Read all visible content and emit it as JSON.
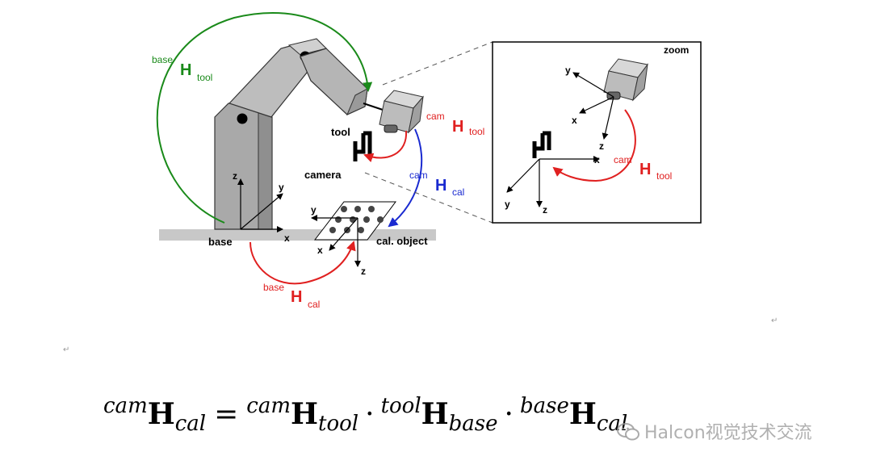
{
  "labels": {
    "base": "base",
    "tool": "tool",
    "camera": "camera",
    "cal_object": "cal. object",
    "zoom": "zoom"
  },
  "axes": {
    "x": "x",
    "y": "y",
    "z": "z"
  },
  "transforms": {
    "base_tool": {
      "sup": "base",
      "main": "H",
      "sub": "tool",
      "color": "#1a8a1a"
    },
    "cam_tool": {
      "sup": "cam",
      "main": "H",
      "sub": "tool",
      "color": "#e02020"
    },
    "cam_cal": {
      "sup": "cam",
      "main": "H",
      "sub": "cal",
      "color": "#1a2ad0"
    },
    "base_cal": {
      "sup": "base",
      "main": "H",
      "sub": "cal",
      "color": "#e02020"
    },
    "zoom_cam_tool": {
      "sup": "cam",
      "main": "H",
      "sub": "tool",
      "color": "#e02020"
    }
  },
  "formula": {
    "lhs_sup": "cam",
    "lhs_main": "H",
    "lhs_sub": "cal",
    "eq": "=",
    "t1_sup": "cam",
    "t1_main": "H",
    "t1_sub": "tool",
    "t2_sup": "tool",
    "t2_main": "H",
    "t2_sub": "base",
    "t3_sup": "base",
    "t3_main": "H",
    "t3_sub": "cal",
    "dot": "·"
  },
  "watermark": "Halcon视觉技术交流",
  "marks": {
    "m1": "↵",
    "m2": "↵"
  }
}
